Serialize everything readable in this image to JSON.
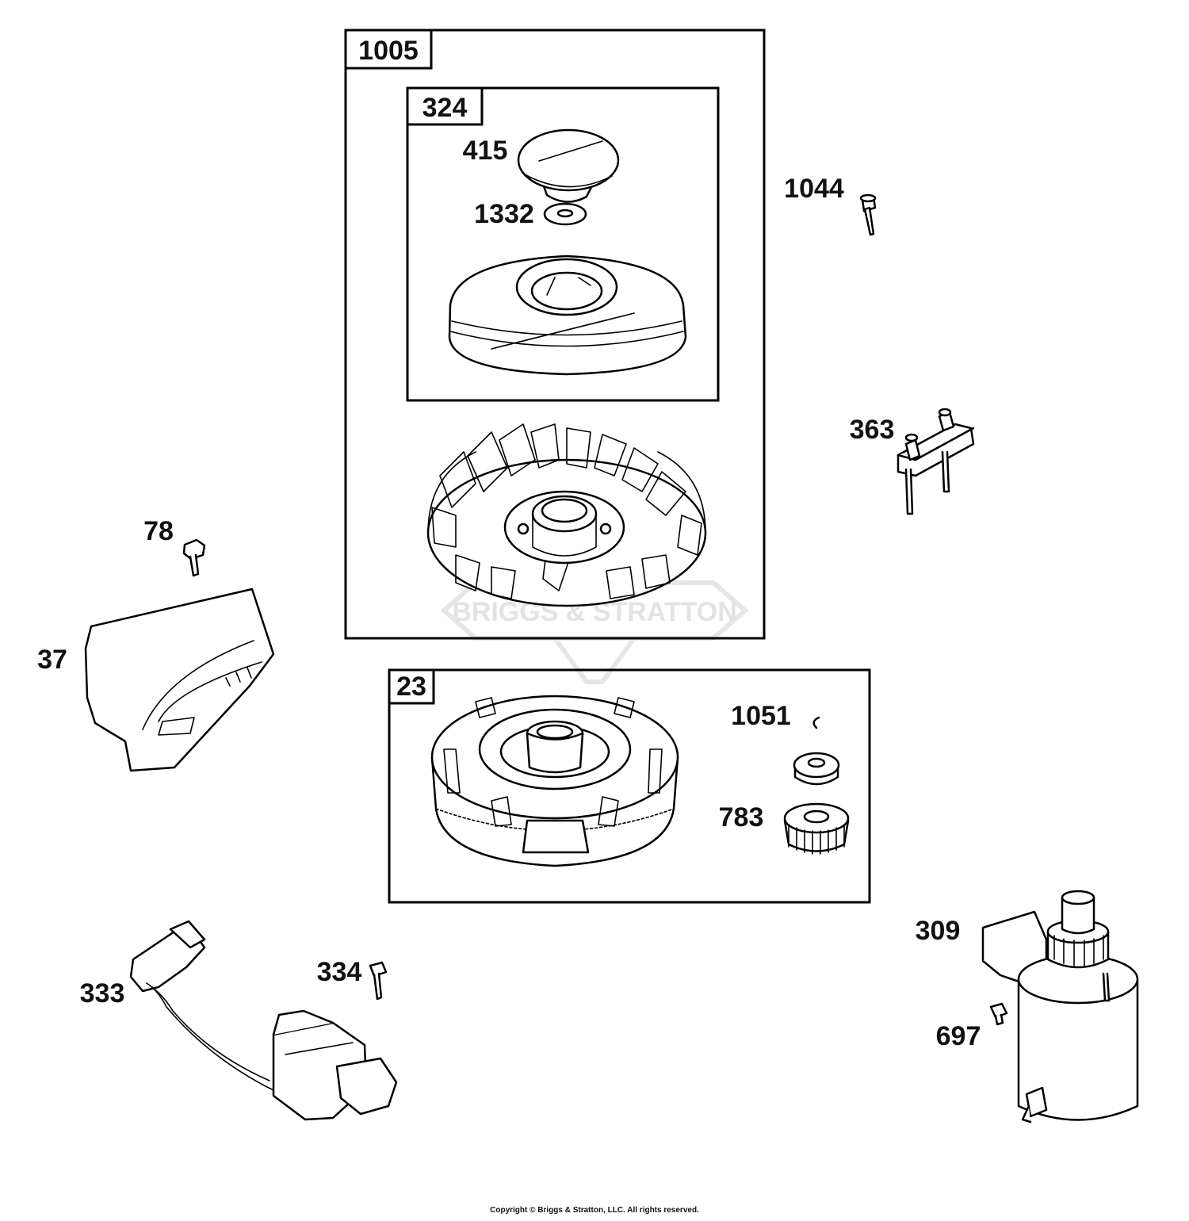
{
  "diagram": {
    "watermark": "BRIGGS & STRATTON",
    "copyright": "Copyright © Briggs & Stratton, LLC. All rights reserved.",
    "boxes": [
      {
        "id": "1005",
        "label": "1005"
      },
      {
        "id": "324",
        "label": "324"
      },
      {
        "id": "23",
        "label": "23"
      }
    ],
    "callouts": [
      {
        "id": "415",
        "label": "415"
      },
      {
        "id": "1332",
        "label": "1332"
      },
      {
        "id": "1044",
        "label": "1044"
      },
      {
        "id": "363",
        "label": "363"
      },
      {
        "id": "78",
        "label": "78"
      },
      {
        "id": "37",
        "label": "37"
      },
      {
        "id": "1051",
        "label": "1051"
      },
      {
        "id": "783",
        "label": "783"
      },
      {
        "id": "309",
        "label": "309"
      },
      {
        "id": "697",
        "label": "697"
      },
      {
        "id": "333",
        "label": "333"
      },
      {
        "id": "334",
        "label": "334"
      }
    ]
  }
}
